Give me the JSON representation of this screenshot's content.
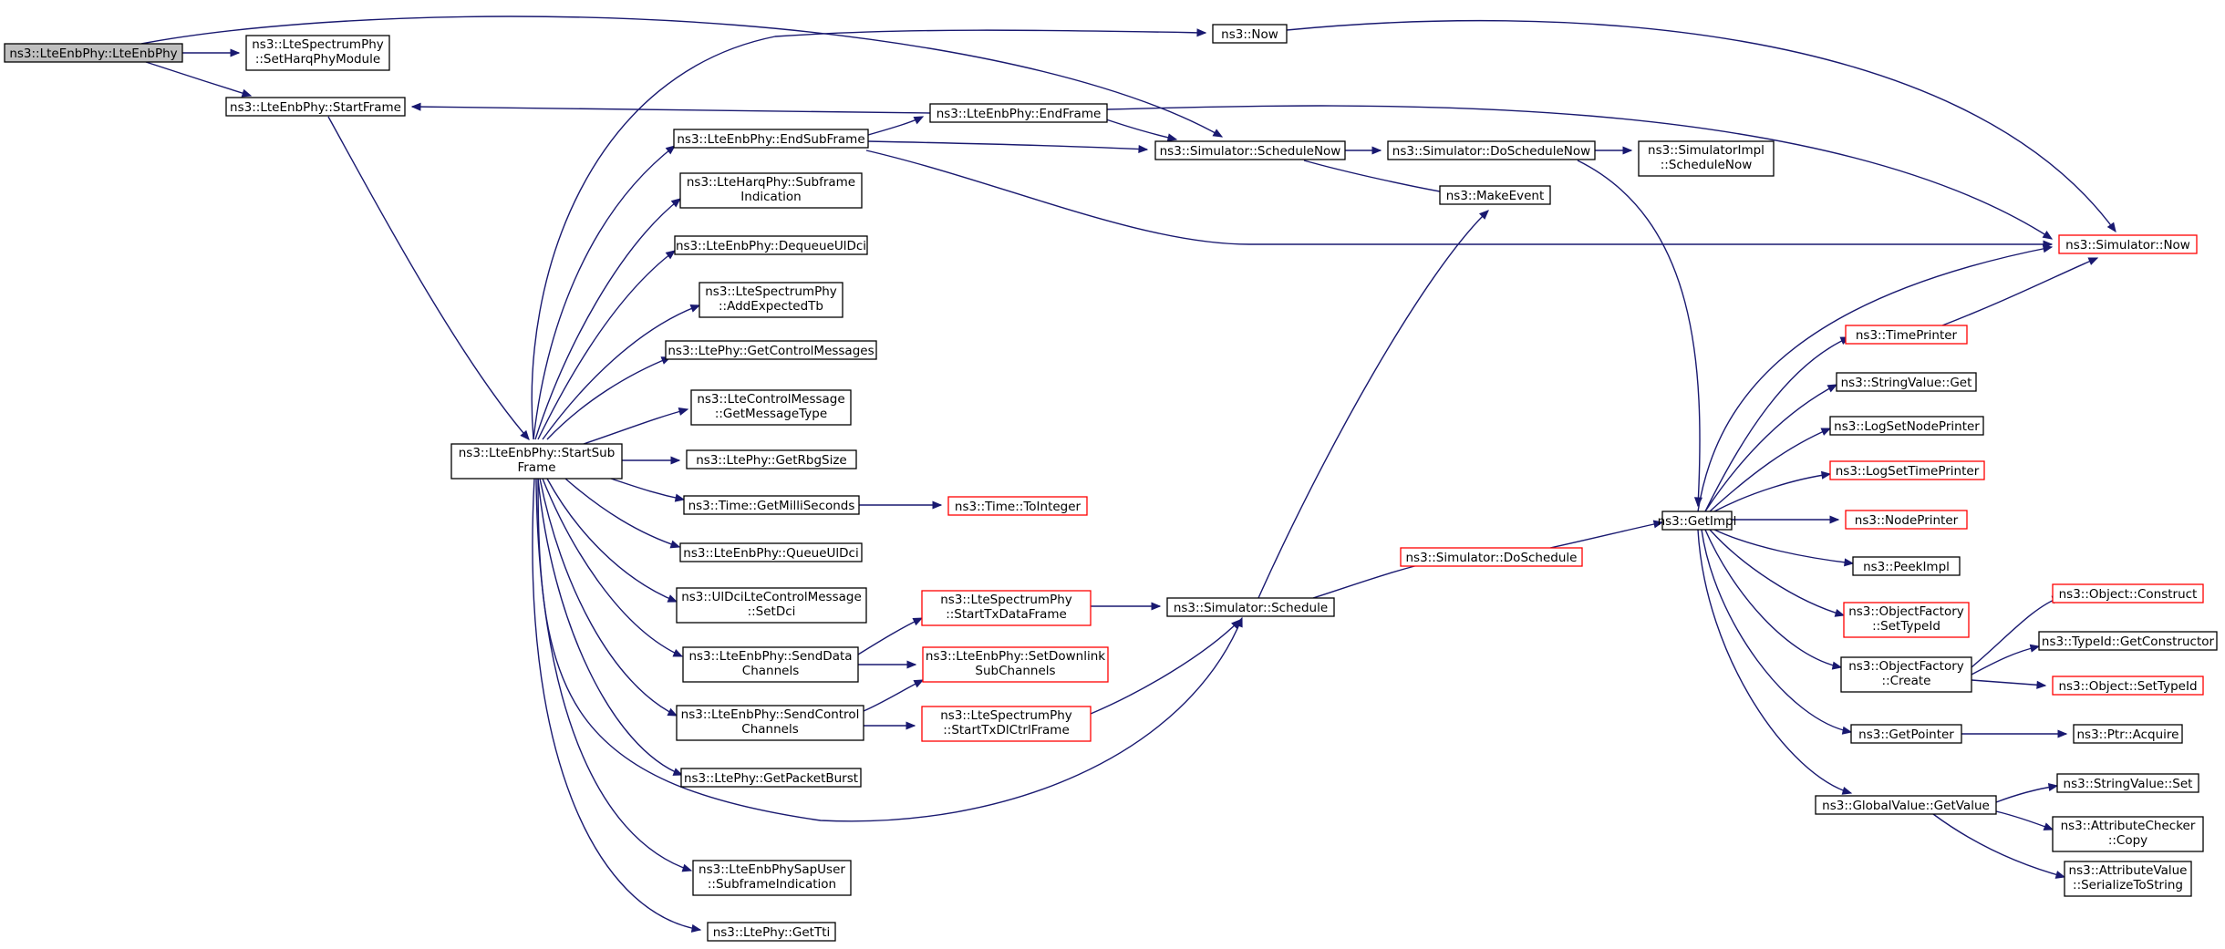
{
  "colors": {
    "edge": "#191970",
    "node_border": "#000000",
    "linked_border": "#ff0000",
    "root_fill": "#bfbfbf",
    "node_fill": "#ffffff"
  },
  "nodes": {
    "root": {
      "lines": [
        "ns3::LteEnbPhy::LteEnbPhy"
      ],
      "state": "current"
    },
    "setHarq": {
      "lines": [
        "ns3::LteSpectrumPhy",
        "::SetHarqPhyModule"
      ],
      "state": "normal"
    },
    "startFrame": {
      "lines": [
        "ns3::LteEnbPhy::StartFrame"
      ],
      "state": "normal"
    },
    "now1": {
      "lines": [
        "ns3::Now"
      ],
      "state": "normal"
    },
    "endFrame": {
      "lines": [
        "ns3::LteEnbPhy::EndFrame"
      ],
      "state": "normal"
    },
    "endSubFrame": {
      "lines": [
        "ns3::LteEnbPhy::EndSubFrame"
      ],
      "state": "normal"
    },
    "schedNow": {
      "lines": [
        "ns3::Simulator::ScheduleNow"
      ],
      "state": "normal"
    },
    "doSchedNow": {
      "lines": [
        "ns3::Simulator::DoScheduleNow"
      ],
      "state": "normal"
    },
    "implSchedNow": {
      "lines": [
        "ns3::SimulatorImpl",
        "::ScheduleNow"
      ],
      "state": "normal"
    },
    "makeEvent": {
      "lines": [
        "ns3::MakeEvent"
      ],
      "state": "normal"
    },
    "harqSubframe": {
      "lines": [
        "ns3::LteHarqPhy::Subframe",
        "Indication"
      ],
      "state": "normal"
    },
    "dequeueUlDci": {
      "lines": [
        "ns3::LteEnbPhy::DequeueUlDci"
      ],
      "state": "normal"
    },
    "addExpectedTb": {
      "lines": [
        "ns3::LteSpectrumPhy",
        "::AddExpectedTb"
      ],
      "state": "normal"
    },
    "simNow": {
      "lines": [
        "ns3::Simulator::Now"
      ],
      "state": "linked"
    },
    "getCtrlMsgs": {
      "lines": [
        "ns3::LtePhy::GetControlMessages"
      ],
      "state": "normal"
    },
    "timePrinter": {
      "lines": [
        "ns3::TimePrinter"
      ],
      "state": "linked"
    },
    "getMsgType": {
      "lines": [
        "ns3::LteControlMessage",
        "::GetMessageType"
      ],
      "state": "normal"
    },
    "stringValueGet": {
      "lines": [
        "ns3::StringValue::Get"
      ],
      "state": "normal"
    },
    "startSubFrame": {
      "lines": [
        "ns3::LteEnbPhy::StartSub",
        "Frame"
      ],
      "state": "normal"
    },
    "logSetNode": {
      "lines": [
        "ns3::LogSetNodePrinter"
      ],
      "state": "normal"
    },
    "getRbgSize": {
      "lines": [
        "ns3::LtePhy::GetRbgSize"
      ],
      "state": "normal"
    },
    "logSetTime": {
      "lines": [
        "ns3::LogSetTimePrinter"
      ],
      "state": "linked"
    },
    "getMilli": {
      "lines": [
        "ns3::Time::GetMilliSeconds"
      ],
      "state": "normal"
    },
    "toInteger": {
      "lines": [
        "ns3::Time::ToInteger"
      ],
      "state": "linked"
    },
    "getImpl": {
      "lines": [
        "ns3::GetImpl"
      ],
      "state": "normal"
    },
    "nodePrinter": {
      "lines": [
        "ns3::NodePrinter"
      ],
      "state": "linked"
    },
    "queueUlDci": {
      "lines": [
        "ns3::LteEnbPhy::QueueUlDci"
      ],
      "state": "normal"
    },
    "doSchedule": {
      "lines": [
        "ns3::Simulator::DoSchedule"
      ],
      "state": "linked"
    },
    "peekImpl": {
      "lines": [
        "ns3::PeekImpl"
      ],
      "state": "normal"
    },
    "setDci": {
      "lines": [
        "ns3::UlDciLteControlMessage",
        "::SetDci"
      ],
      "state": "normal"
    },
    "objConstruct": {
      "lines": [
        "ns3::Object::Construct"
      ],
      "state": "linked"
    },
    "startTxData": {
      "lines": [
        "ns3::LteSpectrumPhy",
        "::StartTxDataFrame"
      ],
      "state": "linked"
    },
    "schedule": {
      "lines": [
        "ns3::Simulator::Schedule"
      ],
      "state": "normal"
    },
    "ofSetTypeId": {
      "lines": [
        "ns3::ObjectFactory",
        "::SetTypeId"
      ],
      "state": "linked"
    },
    "getConstructor": {
      "lines": [
        "ns3::TypeId::GetConstructor"
      ],
      "state": "normal"
    },
    "sendData": {
      "lines": [
        "ns3::LteEnbPhy::SendData",
        "Channels"
      ],
      "state": "normal"
    },
    "setDownlink": {
      "lines": [
        "ns3::LteEnbPhy::SetDownlink",
        "SubChannels"
      ],
      "state": "linked"
    },
    "ofCreate": {
      "lines": [
        "ns3::ObjectFactory",
        "::Create"
      ],
      "state": "normal"
    },
    "objSetTypeId": {
      "lines": [
        "ns3::Object::SetTypeId"
      ],
      "state": "linked"
    },
    "sendCtrl": {
      "lines": [
        "ns3::LteEnbPhy::SendControl",
        "Channels"
      ],
      "state": "normal"
    },
    "startTxDlCtrl": {
      "lines": [
        "ns3::LteSpectrumPhy",
        "::StartTxDlCtrlFrame"
      ],
      "state": "linked"
    },
    "getPointer": {
      "lines": [
        "ns3::GetPointer"
      ],
      "state": "normal"
    },
    "ptrAcquire": {
      "lines": [
        "ns3::Ptr::Acquire"
      ],
      "state": "normal"
    },
    "getPacketBurst": {
      "lines": [
        "ns3::LtePhy::GetPacketBurst"
      ],
      "state": "normal"
    },
    "stringValueSet": {
      "lines": [
        "ns3::StringValue::Set"
      ],
      "state": "normal"
    },
    "gvGetValue": {
      "lines": [
        "ns3::GlobalValue::GetValue"
      ],
      "state": "normal"
    },
    "attrCheckerCopy": {
      "lines": [
        "ns3::AttributeChecker",
        "::Copy"
      ],
      "state": "normal"
    },
    "attrSerialize": {
      "lines": [
        "ns3::AttributeValue",
        "::SerializeToString"
      ],
      "state": "normal"
    },
    "sapSubframe": {
      "lines": [
        "ns3::LteEnbPhySapUser",
        "::SubframeIndication"
      ],
      "state": "normal"
    },
    "getTti": {
      "lines": [
        "ns3::LtePhy::GetTti"
      ],
      "state": "normal"
    }
  }
}
